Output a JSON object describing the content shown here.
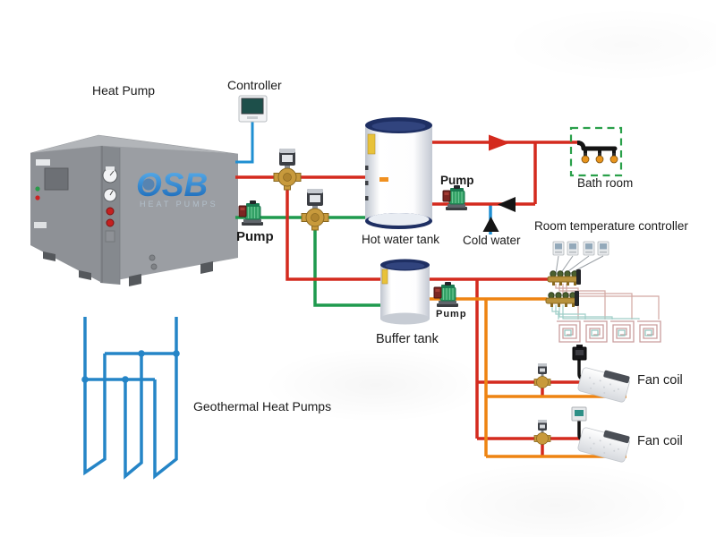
{
  "labels": {
    "heat_pump": "Heat Pump",
    "controller": "Controller",
    "pump_heat_pump": "Pump",
    "hot_water_tank": "Hot water tank",
    "pump_hot_water": "Pump",
    "cold_water": "Cold water",
    "bath_room": "Bath room",
    "room_temperature_controller": "Room temperature controller",
    "buffer_tank": "Buffer tank",
    "pump_buffer": "Pump",
    "fan_coil_1": "Fan coil",
    "fan_coil_2": "Fan coil",
    "geothermal": "Geothermal Heat Pumps"
  },
  "brand": {
    "name": "OSB",
    "tagline": "HEAT PUMPS"
  },
  "colors": {
    "hot_supply_pipe": "#d42a1e",
    "source_pipe_green": "#1f9a4e",
    "return_pipe_orange": "#ee8412",
    "controller_cable_blue": "#1f8fd2",
    "geothermal_pipe": "#2585c7",
    "bathroom_outline": "#2aa04a",
    "valve_brass": "#c89a3c",
    "pump_body_green": "#2f9e62",
    "tank_rim_navy": "#1e2f63",
    "logo_blue": "#2f86d4",
    "floor_coil_pink": "#c99d9d",
    "floor_coil_teal": "#8fc4be"
  }
}
